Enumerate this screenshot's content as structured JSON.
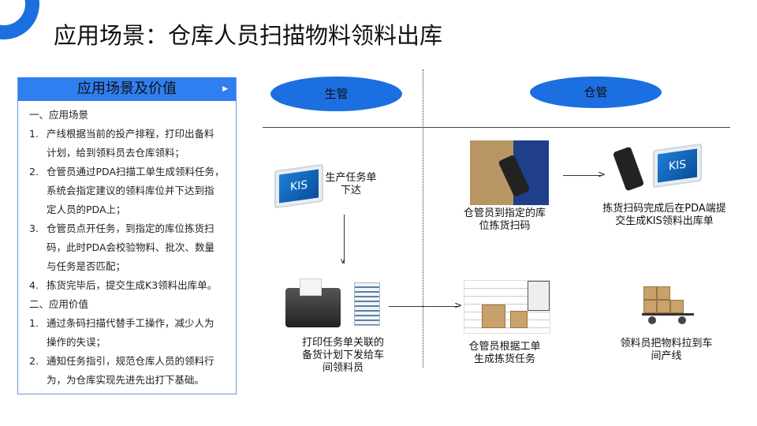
{
  "title": "应用场景：仓库人员扫描物料领料出库",
  "panel": {
    "header": "应用场景及价值",
    "sec1": "一、应用场景",
    "items1": [
      {
        "n": "1.",
        "l1": "产线根据当前的投产排程，打印出备料",
        "l2": "计划，给到领料员去仓库领料；"
      },
      {
        "n": "2.",
        "l1": "仓管员通过PDA扫描工单生成领料任务，",
        "l2": "系统会指定建议的领料库位并下达到指",
        "l3": "定人员的PDA上；"
      },
      {
        "n": "3.",
        "l1": "仓管员点开任务，到指定的库位拣货扫",
        "l2": "码，此时PDA会校验物料、批次、数量",
        "l3": "与任务是否匹配；"
      },
      {
        "n": "4.",
        "l1": "拣货完毕后，提交生成K3领料出库单。"
      }
    ],
    "sec2": "二、应用价值",
    "items2": [
      {
        "n": "1.",
        "l1": "通过条码扫描代替手工操作，减少人为",
        "l2": "操作的失误；"
      },
      {
        "n": "2.",
        "l1": "通知任务指引，规范仓库人员的领料行",
        "l2": "为，为仓库实现先进先出打下基础。"
      }
    ]
  },
  "lanes": {
    "production": "生管",
    "warehouse": "仓管"
  },
  "steps": {
    "s1": {
      "l1": "生产任务单",
      "l2": "下达"
    },
    "s2": {
      "l1": "打印任务单关联的",
      "l2": "备货计划下发给车",
      "l3": "间领料员"
    },
    "s3": {
      "l1": "仓管员根据工单",
      "l2": "生成拣货任务"
    },
    "s4": {
      "l1": "仓管员到指定的库",
      "l2": "位拣货扫码"
    },
    "s5": {
      "l1": "拣货扫码完成后在PDA端提",
      "l2": "交生成KIS领料出库单"
    },
    "s6": {
      "l1": "领料员把物料拉到车",
      "l2": "间产线"
    }
  },
  "kis": "KIS"
}
